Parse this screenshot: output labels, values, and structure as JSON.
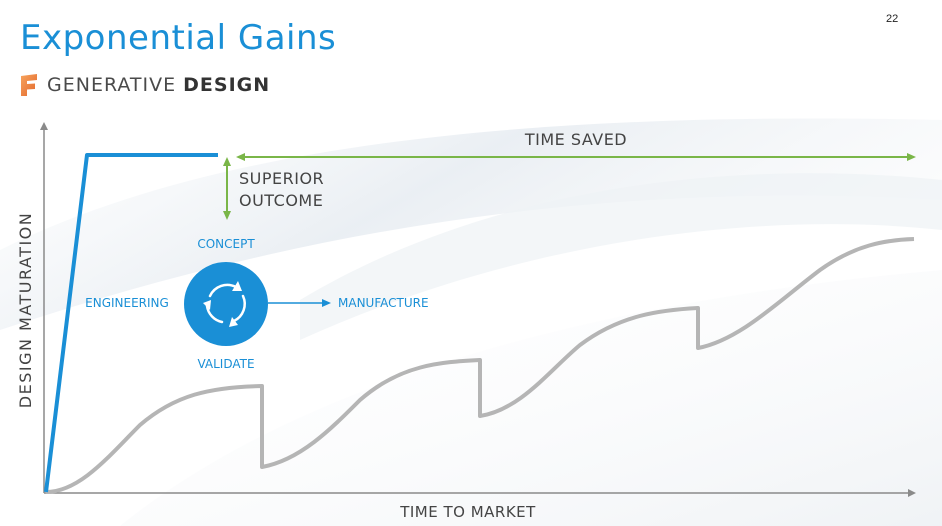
{
  "page_number": "22",
  "title": "Exponential Gains",
  "brand": {
    "prefix": "GENERATIVE ",
    "bold": "DESIGN",
    "logo_icon": "fusion-f-logo-icon"
  },
  "diagram": {
    "y_axis_label": "DESIGN MATURATION",
    "x_axis_label": "TIME TO MARKET",
    "time_saved_label": "TIME SAVED",
    "superior_outcome_lines": [
      "SUPERIOR",
      "OUTCOME"
    ],
    "cycle": {
      "icon": "refresh-cycle-icon",
      "top_label": "CONCEPT",
      "left_label": "ENGINEERING",
      "bottom_label": "VALIDATE",
      "right_label": "MANUFACTURE"
    },
    "colors": {
      "accent_blue": "#1a8fd6",
      "arrow_green": "#7ab648",
      "traditional_curve": "#b5b5b5",
      "axis": "#8a8a8a"
    }
  }
}
